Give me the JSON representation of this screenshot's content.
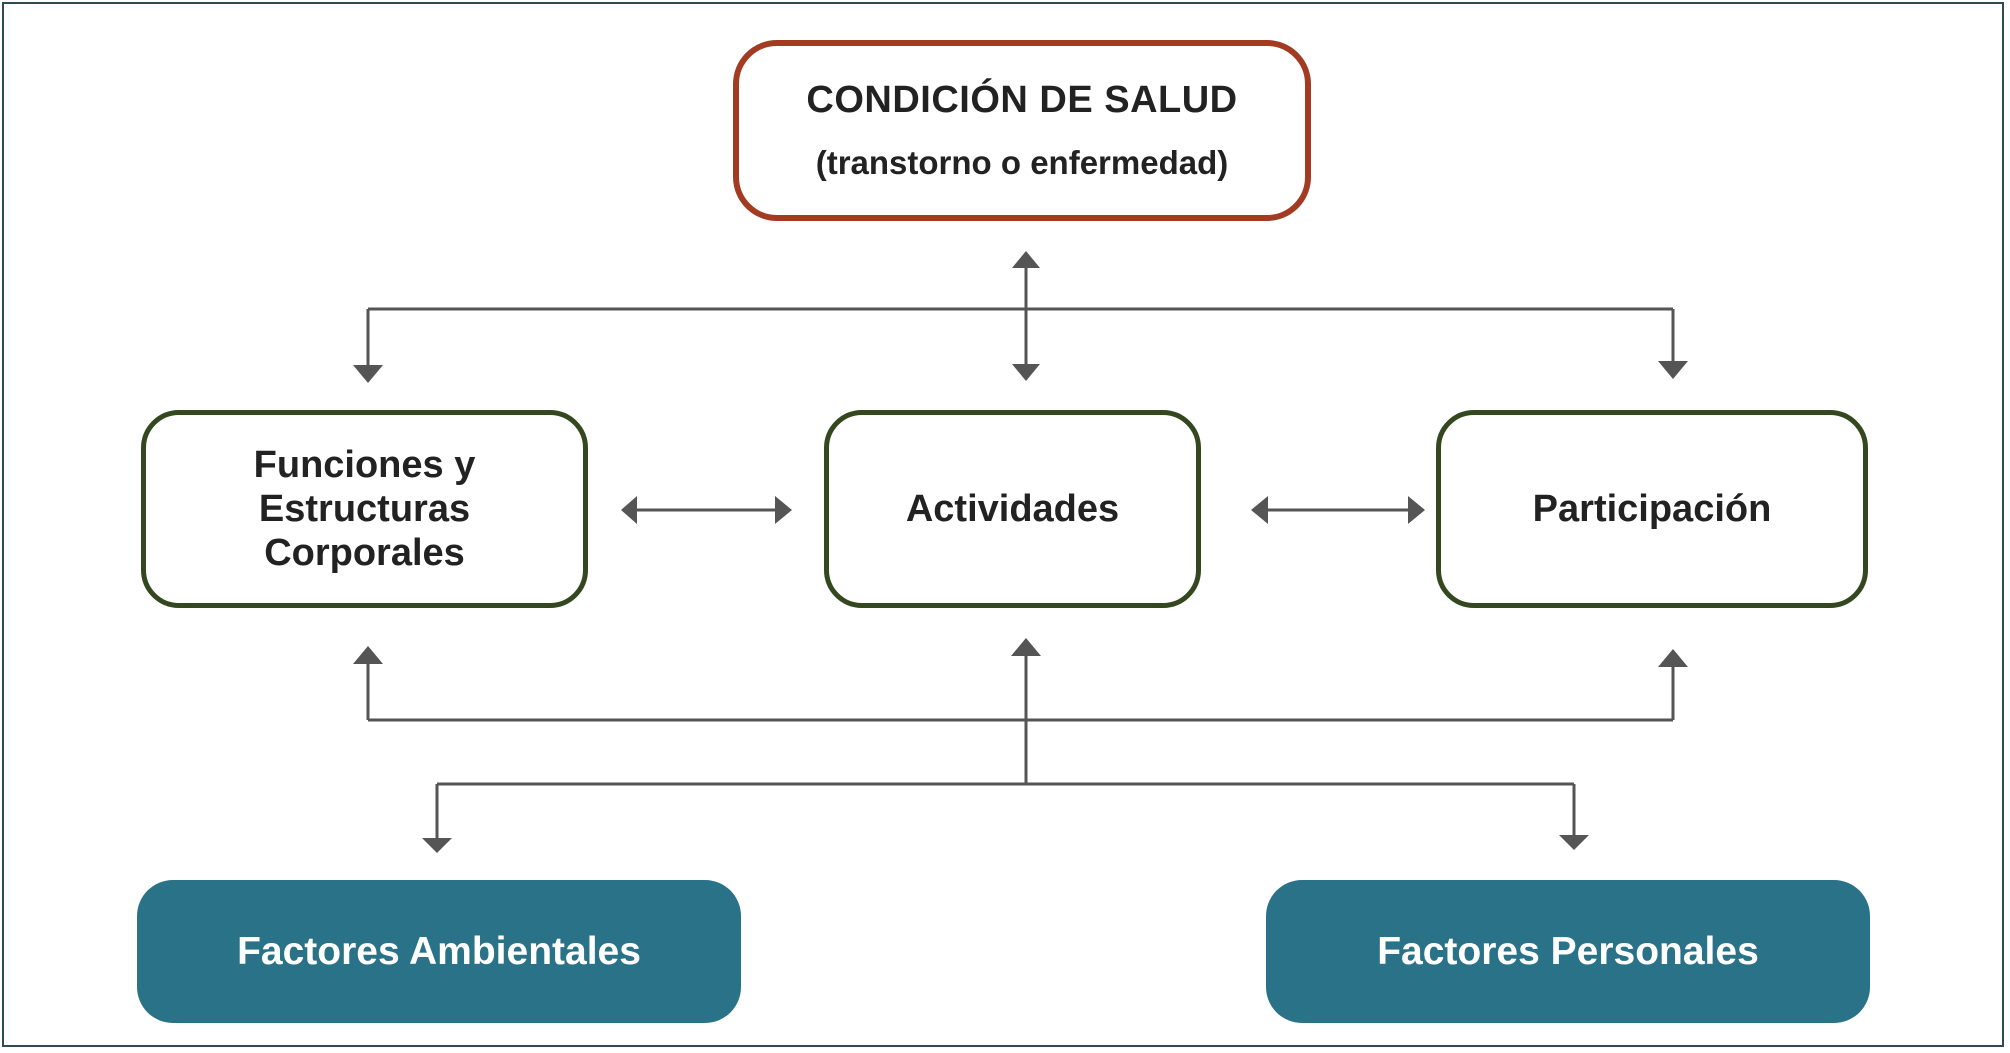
{
  "health_condition": {
    "title": "CONDICIÓN DE SALUD",
    "subtitle": "(transtorno o enfermedad)"
  },
  "components": {
    "body_functions": "Funciones y Estructuras Corporales",
    "activities": "Actividades",
    "participation": "Participación"
  },
  "contextual_factors": {
    "environmental": "Factores Ambientales",
    "personal": "Factores Personales"
  },
  "colors": {
    "health_border": "#a33a22",
    "component_border": "#34481f",
    "factor_fill": "#2a7287",
    "arrow": "#555555",
    "frame": "#2e4a57"
  }
}
